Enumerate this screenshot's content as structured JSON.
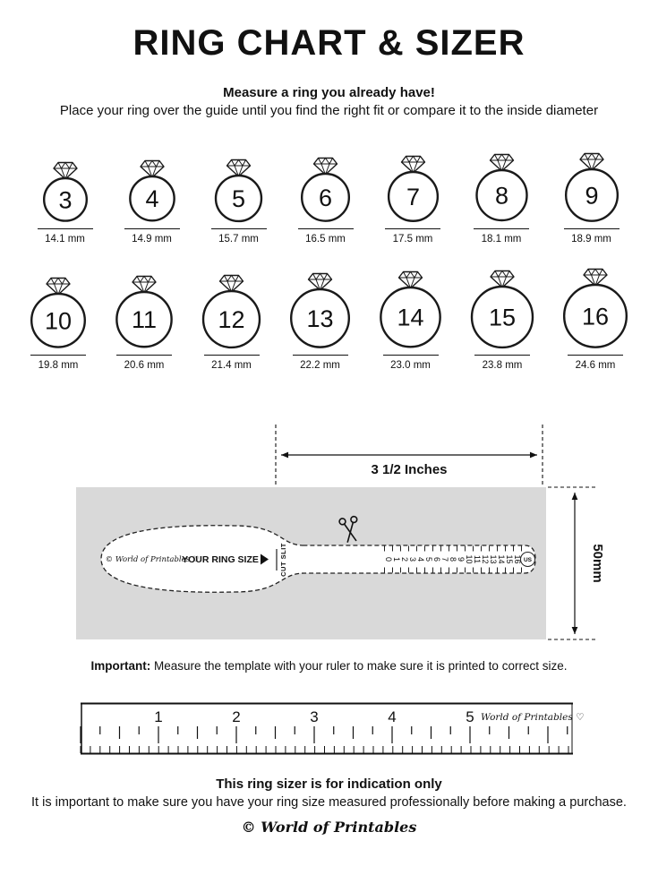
{
  "title": "RING CHART & SIZER",
  "intro": {
    "headline": "Measure a ring you already have!",
    "subtext": "Place your ring over the guide until you find the right fit or compare it to the inside diameter"
  },
  "ring_chart": {
    "rows": [
      [
        {
          "size": "3",
          "diameter_mm": 14.1,
          "label": "14.1 mm"
        },
        {
          "size": "4",
          "diameter_mm": 14.9,
          "label": "14.9 mm"
        },
        {
          "size": "5",
          "diameter_mm": 15.7,
          "label": "15.7 mm"
        },
        {
          "size": "6",
          "diameter_mm": 16.5,
          "label": "16.5 mm"
        },
        {
          "size": "7",
          "diameter_mm": 17.5,
          "label": "17.5 mm"
        },
        {
          "size": "8",
          "diameter_mm": 18.1,
          "label": "18.1 mm"
        },
        {
          "size": "9",
          "diameter_mm": 18.9,
          "label": "18.9 mm"
        }
      ],
      [
        {
          "size": "10",
          "diameter_mm": 19.8,
          "label": "19.8 mm"
        },
        {
          "size": "11",
          "diameter_mm": 20.6,
          "label": "20.6 mm"
        },
        {
          "size": "12",
          "diameter_mm": 21.4,
          "label": "21.4 mm"
        },
        {
          "size": "13",
          "diameter_mm": 22.2,
          "label": "22.2 mm"
        },
        {
          "size": "14",
          "diameter_mm": 23.0,
          "label": "23.0 mm"
        },
        {
          "size": "15",
          "diameter_mm": 23.8,
          "label": "23.8 mm"
        },
        {
          "size": "16",
          "diameter_mm": 24.6,
          "label": "24.6 mm"
        }
      ]
    ]
  },
  "sizer_template": {
    "width_label": "3 1/2 Inches",
    "height_label": "50mm",
    "brand": "© World of Printables ♡",
    "ring_size_label": "YOUR RING SIZE",
    "cut_slit_label": "CUT SLIT",
    "scale_numbers": [
      "0",
      "1",
      "2",
      "3",
      "4",
      "5",
      "6",
      "7",
      "8",
      "9",
      "10",
      "11",
      "12",
      "13",
      "14",
      "15",
      "16"
    ],
    "unit_label": "US",
    "icons": {
      "pointer": "play-triangle",
      "scissors": "scissors"
    },
    "backdrop_color": "#d9d9d9"
  },
  "important_note": {
    "bold": "Important:",
    "text": " Measure the template with your ruler to make sure it is printed to correct size."
  },
  "ruler": {
    "numbers": [
      "1",
      "2",
      "3",
      "4",
      "5"
    ],
    "brand": "World of Printables ♡"
  },
  "footer": {
    "headline": "This ring sizer is for indication only",
    "subtext": "It is important to make sure you have your ring size measured professionally before making a purchase.",
    "logo": "© World of Printables"
  }
}
